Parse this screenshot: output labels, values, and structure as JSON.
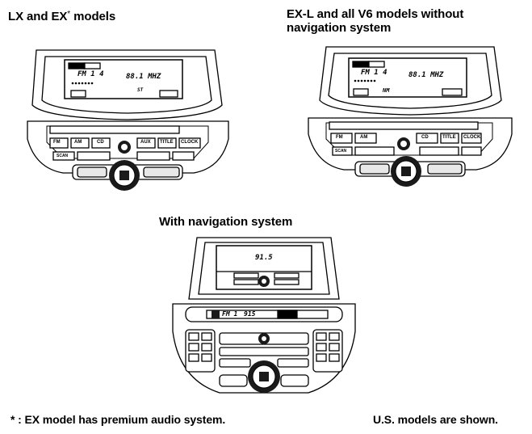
{
  "captions": {
    "lx_ex_main": "LX and EX",
    "lx_ex_mark": "*",
    "lx_ex_tail": " models",
    "exl_line1": "EX-L and all V6 models without",
    "exl_line2": "navigation system",
    "nav": "With navigation system"
  },
  "footnote": {
    "mark": "*",
    "colon": ":",
    "text": "EX model has premium audio system."
  },
  "note": "U.S. models are shown.",
  "units": {
    "lx": {
      "lcd": {
        "preset": "FM 1 4",
        "freq": "88.1 MHZ",
        "st": "ST"
      },
      "buttons": {
        "fm": "FM",
        "am": "AM",
        "cd": "CD",
        "aux": "AUX",
        "title": "TITLE",
        "clock": "CLOCK",
        "scan": "SCAN"
      }
    },
    "exl": {
      "lcd": {
        "preset": "FM 1 4",
        "freq": "88.1 MHZ",
        "nm": "NM"
      },
      "buttons": {
        "fm": "FM",
        "am": "AM",
        "cd": "CD",
        "title": "TITLE",
        "clock": "CLOCK",
        "scan": "SCAN"
      }
    },
    "nav": {
      "screen": {
        "freq": "91.5"
      },
      "lcd": {
        "band": "FM 1",
        "freq": "915"
      }
    }
  },
  "colors": {
    "line": "#000000",
    "panel": "#ffffff",
    "shade": "#9a9a9a",
    "dark": "#1a1a1a"
  }
}
